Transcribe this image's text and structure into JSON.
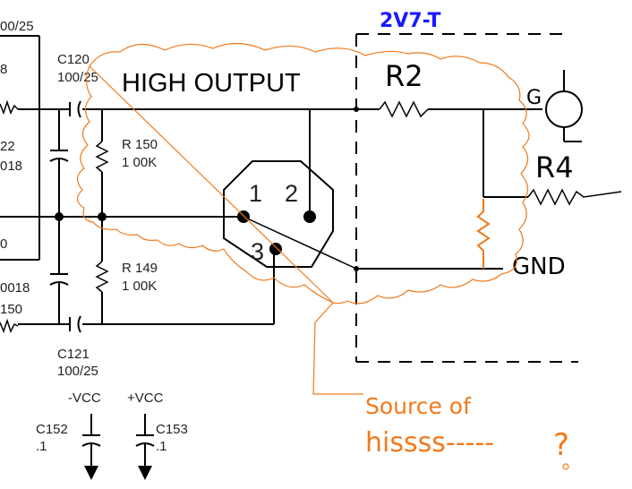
{
  "labels": {
    "top_left_partial": "00/25",
    "left_8": "8",
    "left_22": "22",
    "left_018": "018",
    "left_0": "0",
    "left_0018": "0018",
    "left_150": "150",
    "c120_name": "C120",
    "c120_value": "100/25",
    "c121_name": "C121",
    "c121_value": "100/25",
    "r150_name": "R 150",
    "r150_value": "1 00K",
    "r149_name": "R 149",
    "r149_value": "1 00K",
    "neg_vcc": "-VCC",
    "pos_vcc": "+VCC",
    "c152_name": "C152",
    "c152_value": ".1",
    "c153_name": "C153",
    "c153_value": ".1",
    "high_output": "HIGH OUTPUT",
    "pin1": "1",
    "pin2": "2",
    "pin3": "3"
  },
  "handwritten": {
    "box_title": "2V7-T",
    "r2": "R2",
    "r4": "R4",
    "g": "G",
    "gnd": "GND"
  },
  "annotation": {
    "line1": "Source of",
    "line2": "hissss-----",
    "question": "?"
  },
  "colors": {
    "annotation": "#f07a1c",
    "handwritten_title": "#1a1aff",
    "wires": "#000000"
  }
}
